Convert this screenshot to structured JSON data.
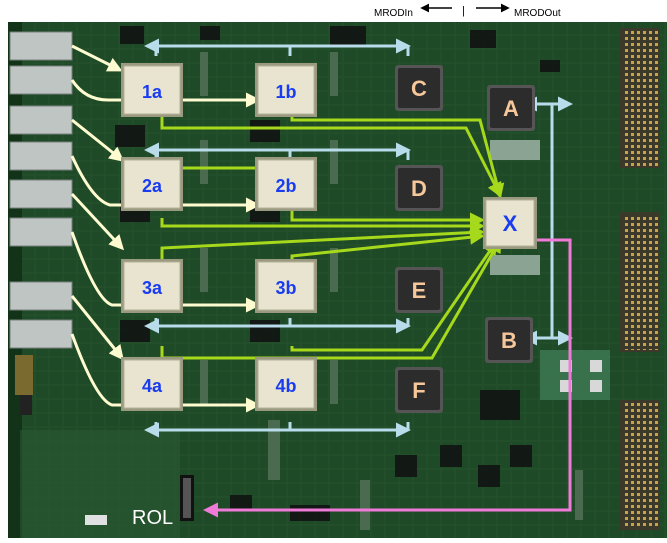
{
  "direction": {
    "left_label": "MRODIn",
    "separator": "|",
    "right_label": "MRODOut"
  },
  "rol_label": "ROL",
  "fpgas": [
    {
      "id": "fpga-1a",
      "label": "1a"
    },
    {
      "id": "fpga-1b",
      "label": "1b"
    },
    {
      "id": "fpga-2a",
      "label": "2a"
    },
    {
      "id": "fpga-2b",
      "label": "2b"
    },
    {
      "id": "fpga-3a",
      "label": "3a"
    },
    {
      "id": "fpga-3b",
      "label": "3b"
    },
    {
      "id": "fpga-4a",
      "label": "4a"
    },
    {
      "id": "fpga-4b",
      "label": "4b"
    },
    {
      "id": "fpga-x",
      "label": "X"
    }
  ],
  "dsps": [
    {
      "id": "dsp-a",
      "label": "A"
    },
    {
      "id": "dsp-b",
      "label": "B"
    },
    {
      "id": "dsp-c",
      "label": "C"
    },
    {
      "id": "dsp-d",
      "label": "D"
    },
    {
      "id": "dsp-e",
      "label": "E"
    },
    {
      "id": "dsp-f",
      "label": "F"
    }
  ],
  "colors": {
    "board": "#1f4a28",
    "board_dark": "#123318",
    "fpga": "#e8e4cf",
    "fpga_label": "#1a3cf0",
    "dsp": "#2c2c2c",
    "dsp_label": "#f6c79a",
    "arrow_input": "#fffbd0",
    "arrow_green": "#a6d81c",
    "arrow_blue": "#b8dcea",
    "arrow_pink": "#f07ad8",
    "rol_text": "#ffffff"
  }
}
